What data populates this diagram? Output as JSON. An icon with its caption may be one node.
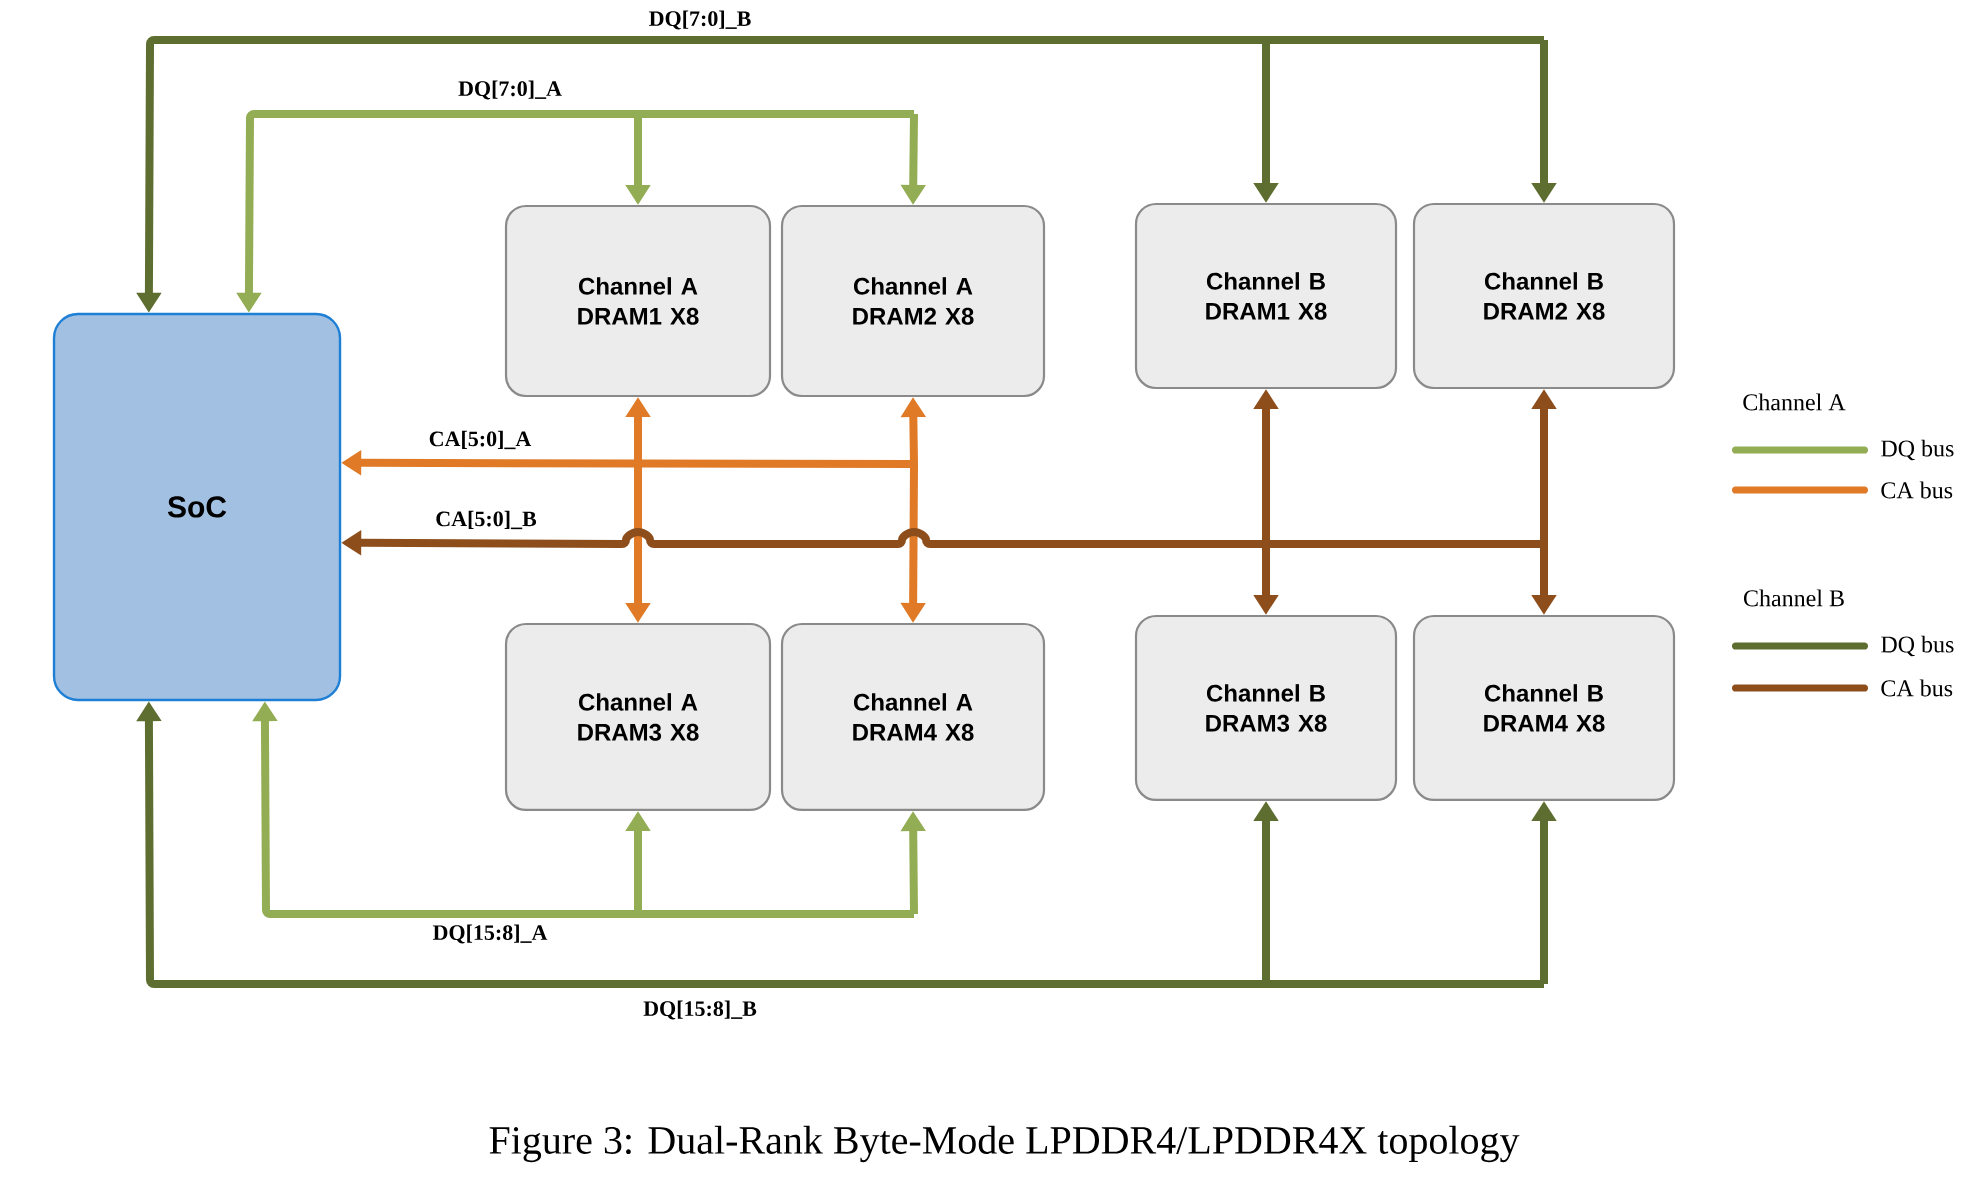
{
  "diagram": {
    "caption": "Figure 3: Dual-Rank Byte-Mode LPDDR4/LPDDR4X topology",
    "nodes": [
      {
        "text": [
          "SoC"
        ]
      },
      {
        "text": [
          "Channel A DRAM1 X8"
        ]
      },
      {
        "text": [
          "Channel A DRAM2 X8"
        ]
      },
      {
        "text": [
          "Channel B DRAM1 X8"
        ]
      },
      {
        "text": [
          "Channel B DRAM2 X8"
        ]
      },
      {
        "text": [
          "Channel A DRAM3 X8"
        ]
      },
      {
        "text": [
          "Channel A DRAM4 X8"
        ]
      },
      {
        "text": [
          "Channel B DRAM3 X8"
        ]
      },
      {
        "text": [
          "Channel B DRAM4 X8"
        ]
      }
    ],
    "edges": [
      {
        "from": 0,
        "to": 3,
        "arrow": "both",
        "label": "DQ[7:0]_B",
        "color": "#5d6e30"
      },
      {
        "from": 0,
        "to": 4,
        "arrow": "both",
        "color": "#5d6e30"
      },
      {
        "from": 0,
        "to": 1,
        "arrow": "both",
        "label": "DQ[7:0]_A",
        "color": "#93ad55"
      },
      {
        "from": 0,
        "to": 2,
        "arrow": "both",
        "color": "#93ad55"
      },
      {
        "from": 0,
        "to": 1,
        "arrow": "both",
        "label": "CA[5:0]_A",
        "color": "#e07a26"
      },
      {
        "from": 0,
        "to": 2,
        "arrow": "both",
        "color": "#e07a26"
      },
      {
        "from": 0,
        "to": 5,
        "arrow": "both",
        "color": "#e07a26"
      },
      {
        "from": 0,
        "to": 6,
        "arrow": "both",
        "color": "#e07a26"
      },
      {
        "from": 0,
        "to": 3,
        "arrow": "both",
        "label": "CA[5:0]_B",
        "color": "#8e4e1c"
      },
      {
        "from": 0,
        "to": 4,
        "arrow": "both",
        "color": "#8e4e1c"
      },
      {
        "from": 0,
        "to": 7,
        "arrow": "both",
        "color": "#8e4e1c"
      },
      {
        "from": 0,
        "to": 8,
        "arrow": "both",
        "color": "#8e4e1c"
      },
      {
        "from": 0,
        "to": 5,
        "arrow": "both",
        "label": "DQ[15:8]_A",
        "color": "#93ad55"
      },
      {
        "from": 0,
        "to": 6,
        "arrow": "both",
        "color": "#93ad55"
      },
      {
        "from": 0,
        "to": 7,
        "arrow": "both",
        "label": "DQ[15:8]_B",
        "color": "#5d6e30"
      },
      {
        "from": 0,
        "to": 8,
        "arrow": "both",
        "color": "#5d6e30"
      }
    ],
    "labels": [
      "Channel A",
      "Channel B"
    ],
    "legend": [
      {
        "text": "DQ bus",
        "color": "#93ad55"
      },
      {
        "text": "CA bus",
        "color": "#e07a26"
      },
      {
        "text": "DQ bus",
        "color": "#5d6e30"
      },
      {
        "text": "CA bus",
        "color": "#8e4e1c"
      }
    ]
  }
}
